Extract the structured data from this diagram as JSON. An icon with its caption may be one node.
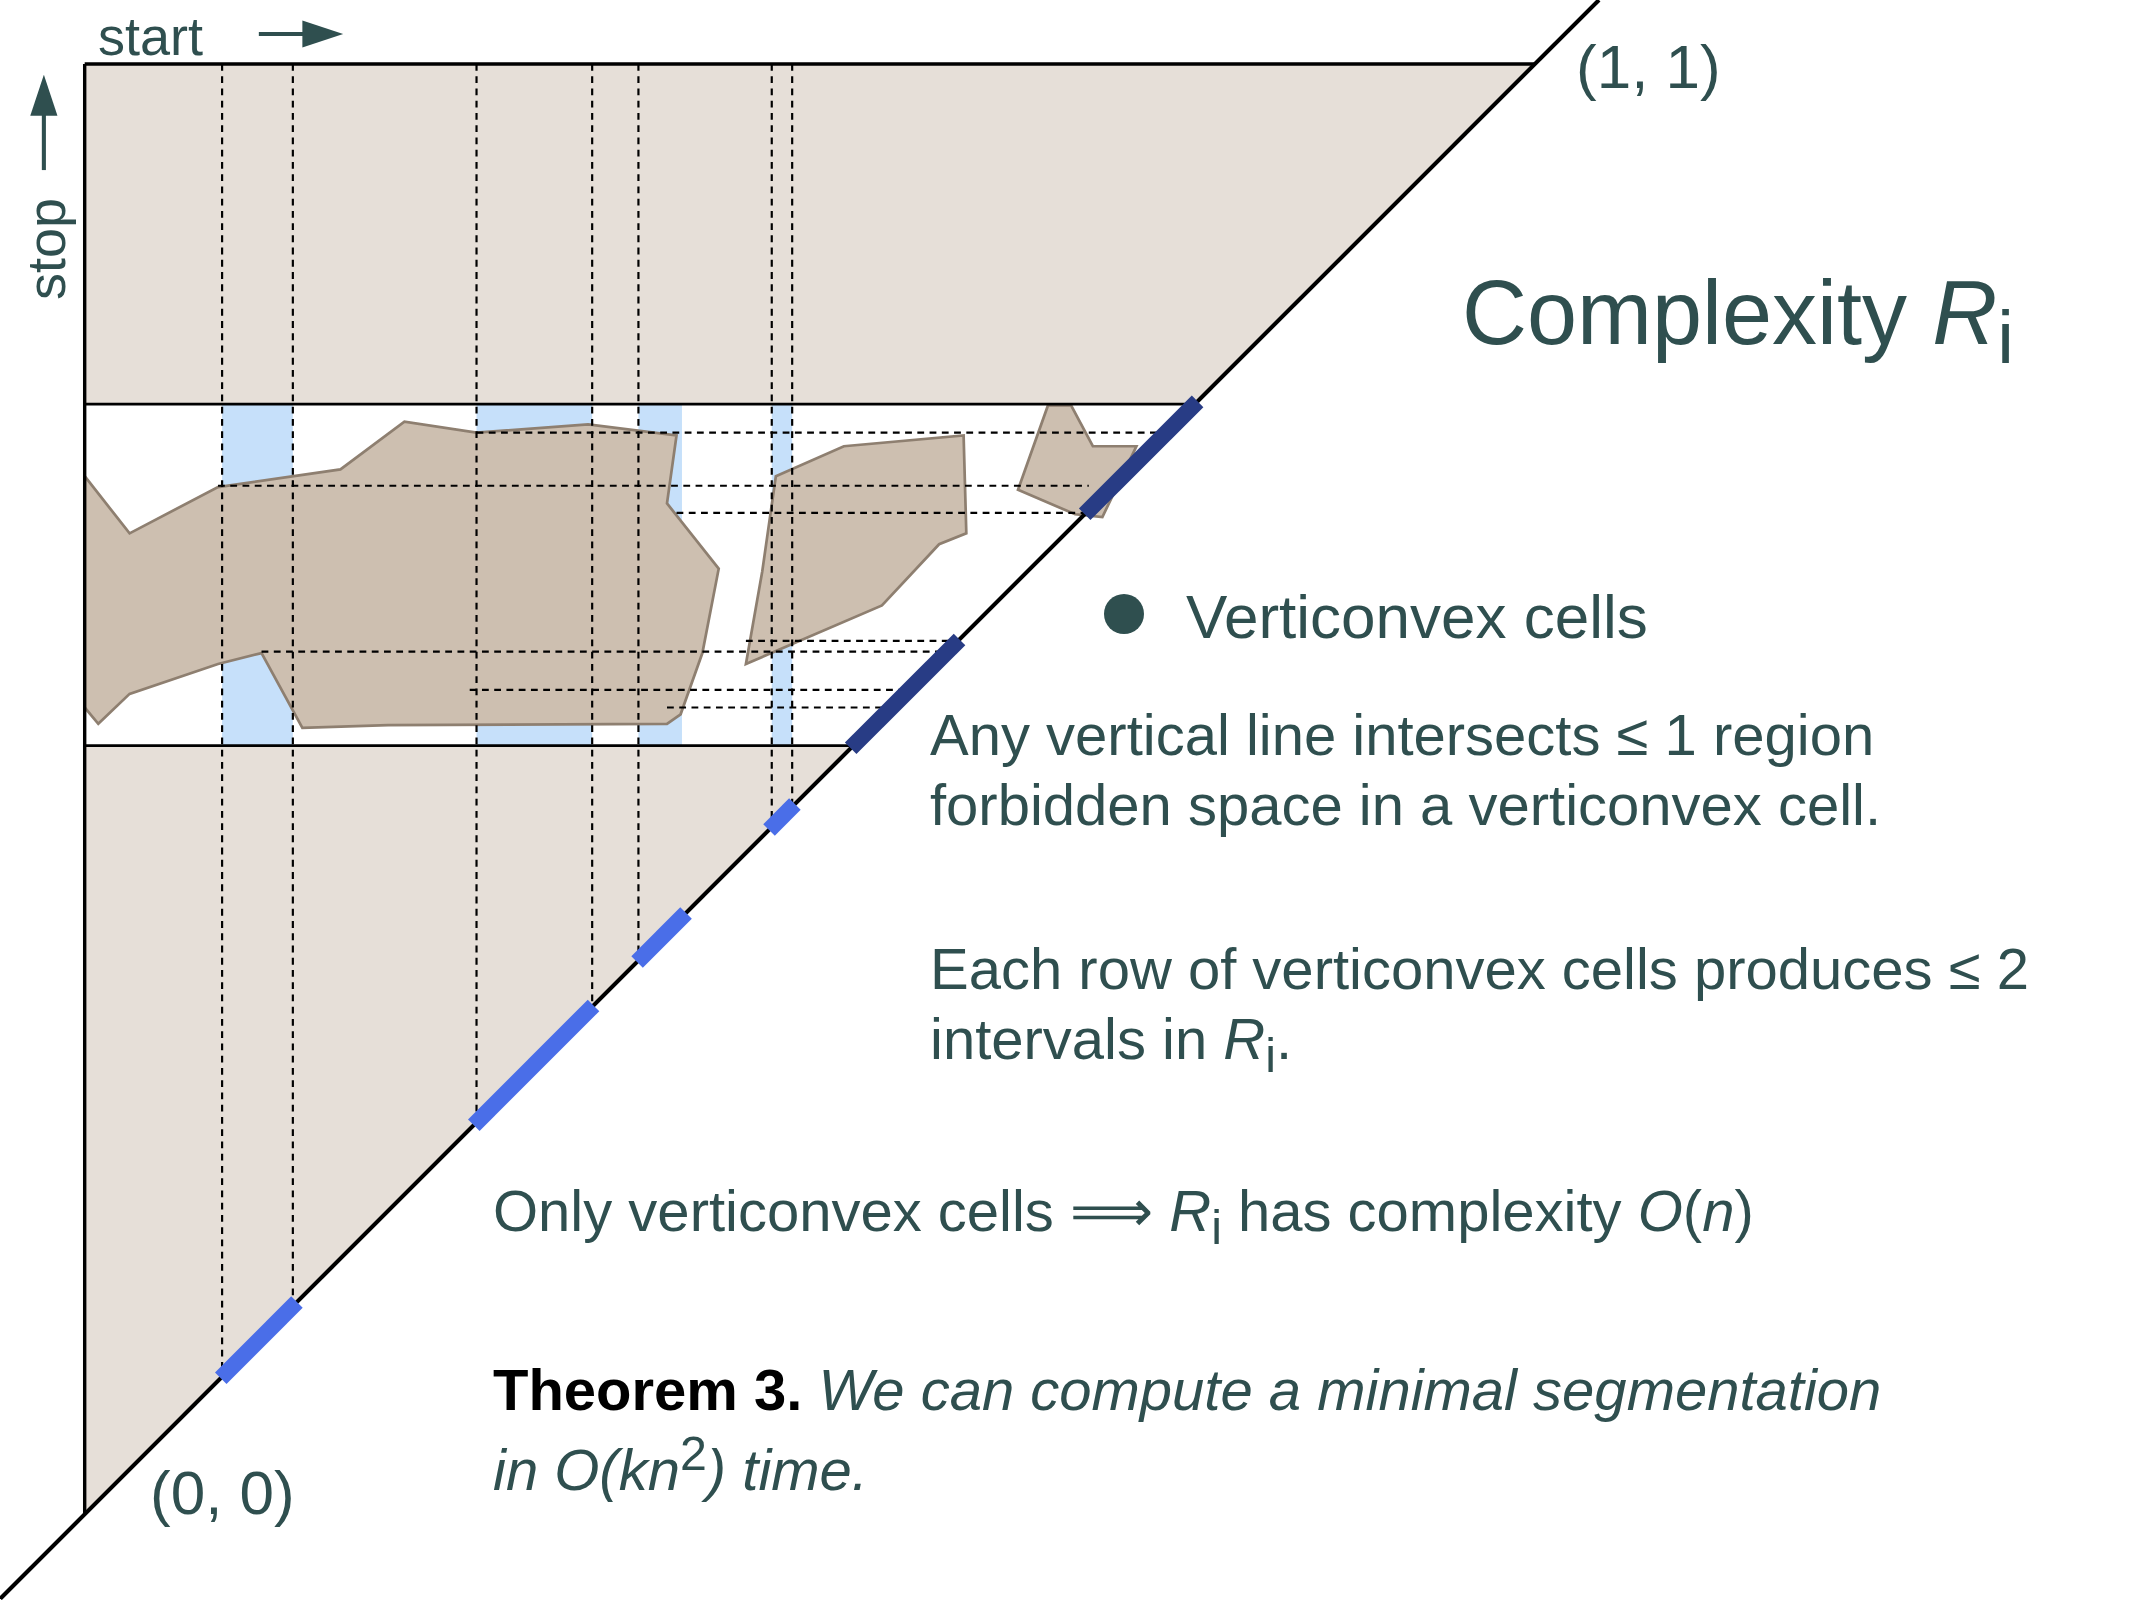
{
  "diagram": {
    "title": "Complexity *R*$_{i}$",
    "labels": [
      "start",
      "stop",
      "(1, 1)",
      "Verticonvex cells",
      "Any vertical line intersects ≤ 1 region forbidden space in a verticonvex cell.",
      "Each row of verticonvex cells produces ≤ 2 intervals in *R*$_{i}$.",
      "Only verticonvex cells ⟹ *R*$_{i}$ has complexity *O*(*n*)",
      "**Theorem 3.** *We can compute a minimal segmentation in O(kn*$^{2}$*) time.*",
      "(0, 0)"
    ]
  }
}
